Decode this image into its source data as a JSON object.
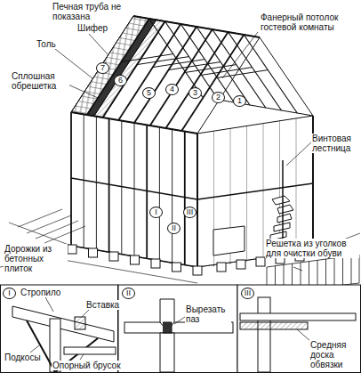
{
  "diagram": {
    "labels": [
      "Печная труба не показана",
      "Шифер",
      "Толь",
      "Фанерный потолок гостевой комнаты",
      "Сплошная обрешетка",
      "7",
      "6",
      "5",
      "4",
      "3",
      "2",
      "1",
      "Винтовая лестница",
      "I",
      "II",
      "III",
      "Решетка из уголков для очистки обуви",
      "Дорожки из бетонных плиток",
      "I",
      "Стропило",
      "Вставка",
      "Подкосы",
      "Опорный брусок",
      "II",
      "Вырезать паз",
      "III",
      "Средняя доска обвязки"
    ]
  }
}
